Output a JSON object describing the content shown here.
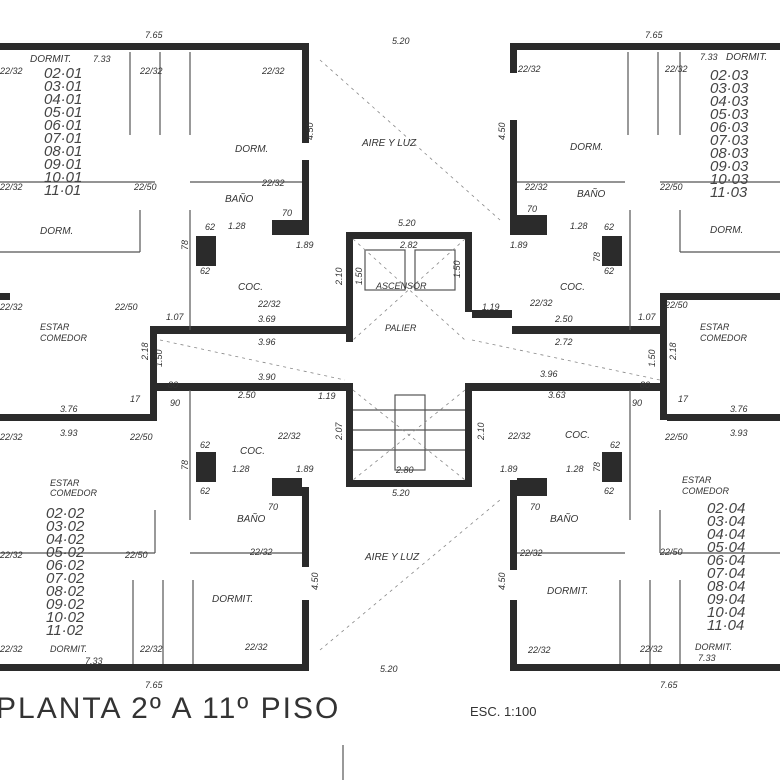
{
  "title": {
    "text": "PLANTA 2º A 11º PISO",
    "scale": "ESC. 1:100"
  },
  "rooms": {
    "dorm": "DORM.",
    "dormit": "DORMIT.",
    "bano": "BAÑO",
    "coc": "COC.",
    "estar": "ESTAR",
    "comedor": "COMEDOR",
    "aire_luz": "AIRE Y LUZ",
    "ascensor": "ASCENSOR",
    "palier": "PALIER"
  },
  "units": {
    "u01": [
      "02·01",
      "03·01",
      "04·01",
      "05·01",
      "06·01",
      "07·01",
      "08·01",
      "09·01",
      "10·01",
      "11·01"
    ],
    "u02": [
      "02·02",
      "03·02",
      "04·02",
      "05·02",
      "06·02",
      "07·02",
      "08·02",
      "09·02",
      "10·02",
      "11·02"
    ],
    "u03": [
      "02·03",
      "03·03",
      "04·03",
      "05·03",
      "06·03",
      "07·03",
      "08·03",
      "09·03",
      "10·03",
      "11·03"
    ],
    "u04": [
      "02·04",
      "03·04",
      "04·04",
      "05·04",
      "06·04",
      "07·04",
      "08·04",
      "09·04",
      "10·04",
      "11·04"
    ]
  },
  "dims": {
    "d765": "7.65",
    "d520": "5.20",
    "d733": "7.33",
    "d2232": "22/32",
    "d2250": "22/50",
    "d450": "4.50",
    "d128": "1.28",
    "d189": "1.89",
    "d70": "70",
    "d62": "62",
    "d78": "78",
    "d282": "2.82",
    "d210": "2.10",
    "d150": "1.50",
    "d369": "3.69",
    "d396": "3.96",
    "d250": "2.50",
    "d272": "2.72",
    "d119": "1.19",
    "d107": "1.07",
    "d218": "2.18",
    "d376": "3.76",
    "d393": "3.93",
    "d17": "17",
    "d80": "80",
    "d90": "90",
    "d390": "3.90",
    "d363": "3.63",
    "d207": "2.07",
    "d280": "2.80"
  }
}
